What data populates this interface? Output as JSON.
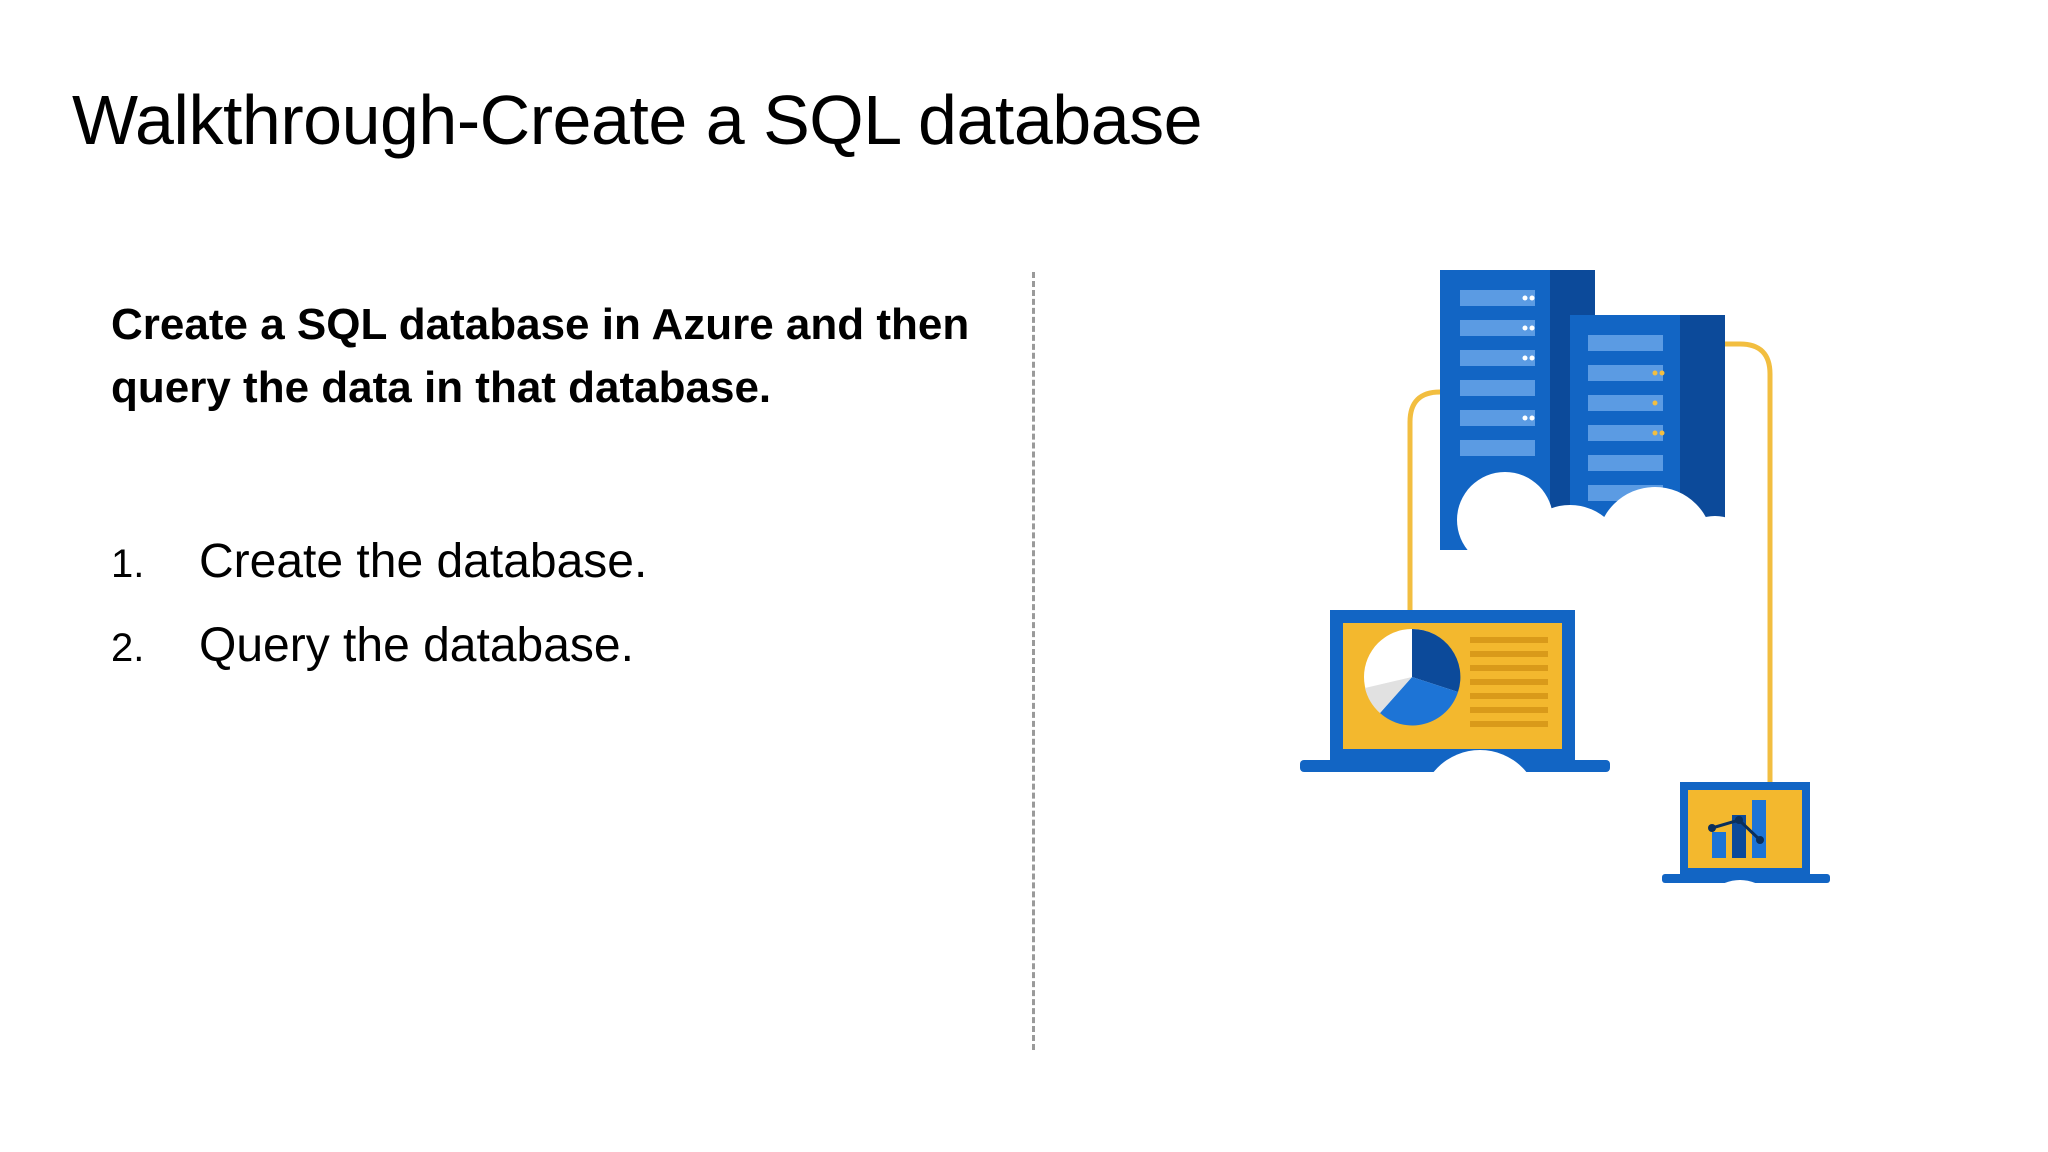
{
  "slide": {
    "title": "Walkthrough-Create a SQL database",
    "intro": "Create a SQL database in Azure and then query the data in that database.",
    "steps": [
      {
        "number": "1.",
        "text": "Create the database."
      },
      {
        "number": "2.",
        "text": "Query the database."
      }
    ]
  },
  "illustration": {
    "icon": "cloud-database-icon",
    "colors": {
      "server_blue": "#1265C4",
      "server_dark": "#0C4A9A",
      "connector_yellow": "#F2BE40",
      "screen_yellow": "#F3B82E",
      "cloud_white": "#FFFFFF"
    }
  }
}
